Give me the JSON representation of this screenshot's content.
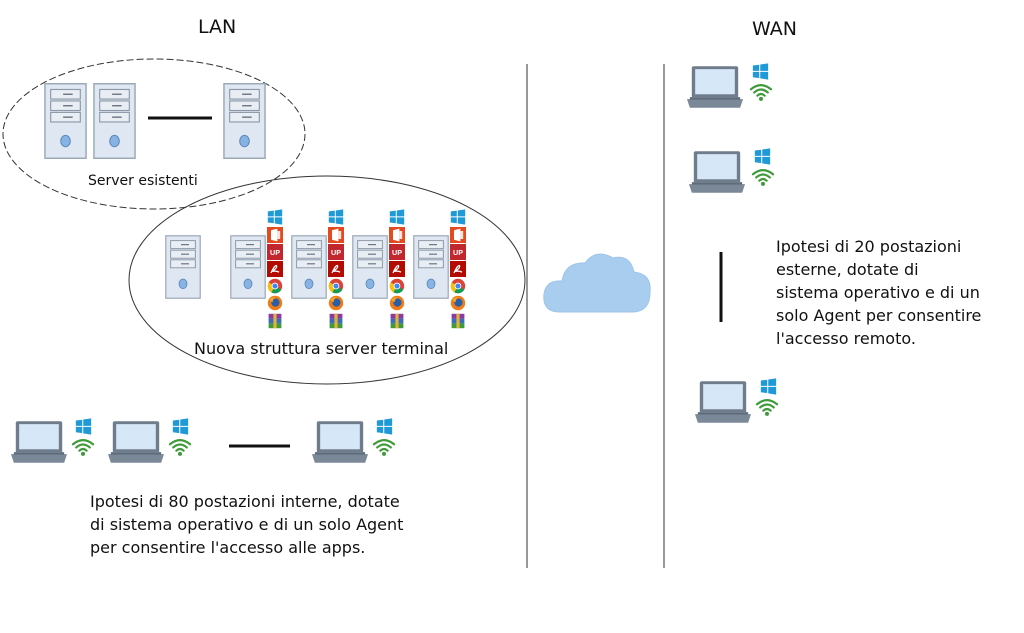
{
  "sections": {
    "lan": "LAN",
    "wan": "WAN"
  },
  "groups": {
    "existing_servers": "Server esistenti",
    "terminal_servers": "Nuova struttura server terminal"
  },
  "descriptions": {
    "internal": [
      "Ipotesi di 80 postazioni interne, dotate",
      "di sistema operativo e di un solo Agent",
      "per consentire l'accesso alle apps."
    ],
    "external": [
      "Ipotesi di 20 postazioni",
      "esterne, dotate di",
      "sistema operativo e di un",
      "solo Agent per consentire",
      "l'accesso remoto."
    ]
  },
  "icons": {
    "server": "server-tower-icon",
    "laptop": "laptop-icon",
    "os": "windows-logo-icon",
    "agent": "wifi-signal-icon",
    "cloud": "cloud-icon",
    "apps": [
      "office-icon",
      "up-app-icon",
      "acrobat-icon",
      "chrome-icon",
      "firefox-icon",
      "winrar-icon"
    ]
  },
  "colors": {
    "server_body": "#dfe7f2",
    "laptop_screen": "#d6e7f7",
    "windows": "#1f9ad6",
    "wifi": "#3f9a3a",
    "cloud": "#a9cdef",
    "line": "#555555"
  }
}
